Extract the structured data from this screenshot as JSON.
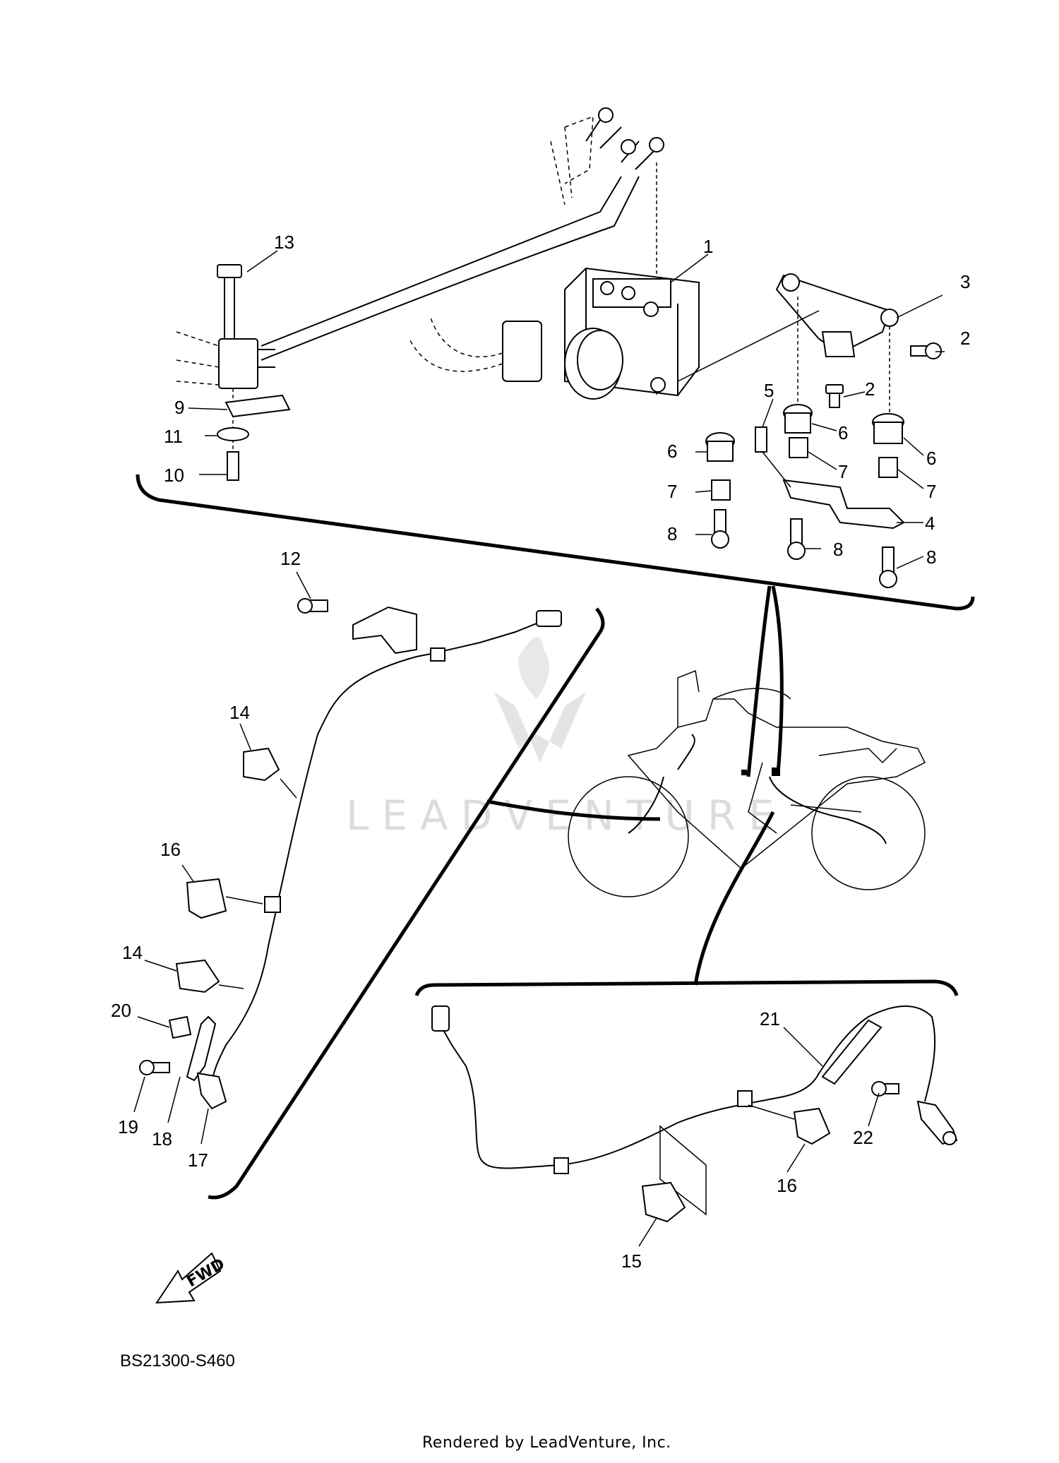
{
  "diagram_code": "BS21300-S460",
  "rendered_by": "Rendered by LeadVenture, Inc.",
  "watermark": "LEADVENTURE",
  "fwd_label": "FWD",
  "callouts": {
    "c1": "1",
    "c2a": "2",
    "c2b": "2",
    "c3": "3",
    "c4": "4",
    "c5": "5",
    "c6a": "6",
    "c6b": "6",
    "c6c": "6",
    "c7a": "7",
    "c7b": "7",
    "c7c": "7",
    "c8a": "8",
    "c8b": "8",
    "c8c": "8",
    "c9": "9",
    "c10": "10",
    "c11": "11",
    "c12": "12",
    "c13": "13",
    "c14a": "14",
    "c14b": "14",
    "c15": "15",
    "c16a": "16",
    "c16b": "16",
    "c17": "17",
    "c18": "18",
    "c19": "19",
    "c20": "20",
    "c21": "21",
    "c22": "22"
  }
}
